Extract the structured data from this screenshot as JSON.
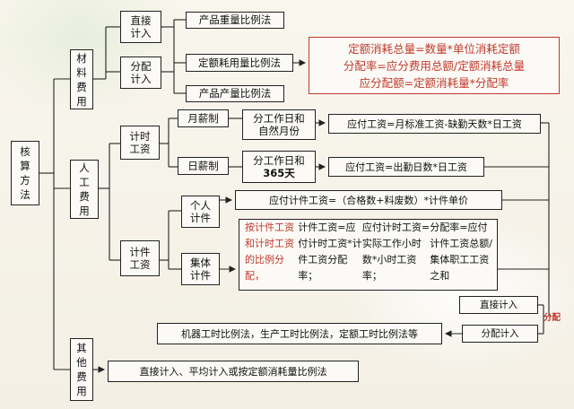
{
  "root": [
    "核",
    "算",
    "方",
    "法"
  ],
  "materials": {
    "label": [
      "材",
      "料",
      "费",
      "用"
    ],
    "direct": [
      "直接",
      "计入"
    ],
    "allocate": [
      "分配",
      "计入"
    ],
    "methods": [
      "产品重量比例法",
      "定额耗用量比例法",
      "产品产量比例法"
    ],
    "formulas": [
      "定额消耗总量=数量*单位消耗定额",
      "分配率=应分费用总额/定额消耗总量",
      "应分配额=定额消耗量*分配率"
    ]
  },
  "labor": {
    "label": [
      "人",
      "工",
      "费",
      "用"
    ],
    "time_wage": [
      "计时",
      "工资"
    ],
    "monthly": "月薪制",
    "monthly_days": [
      "分工作日和",
      "自然月份"
    ],
    "monthly_formula": "应付工资=月标准工资-缺勤天数*日工资",
    "daily": "日薪制",
    "daily_days": [
      "分工作日和",
      "365天"
    ],
    "daily_formula": "应付工资=出勤日数*日工资",
    "piece_wage": [
      "计件",
      "工资"
    ],
    "individual": [
      "个人",
      "计件"
    ],
    "individual_formula": "应付计件工资=（合格数+料废数）*计件单价",
    "collective": [
      "集体",
      "计件"
    ],
    "collective_lines": [
      "按计件工资和计时工资的比例分配，",
      "计件工资=应付计时工资*计件工资分配率；",
      "应付计时工资=实际工作小时数*小时工资率；",
      "分配率=应付计件工资总额/集体职工工资之和"
    ],
    "direct": "直接计入",
    "allocate": "分配计入",
    "allocate_tag": "分配",
    "allocate_methods": "机器工时比例法，生产工时比例法，定额工时比例法等"
  },
  "other": {
    "label": [
      "其",
      "他",
      "费",
      "用"
    ],
    "methods": "直接计入、平均计入或按定额消耗量比例法"
  }
}
